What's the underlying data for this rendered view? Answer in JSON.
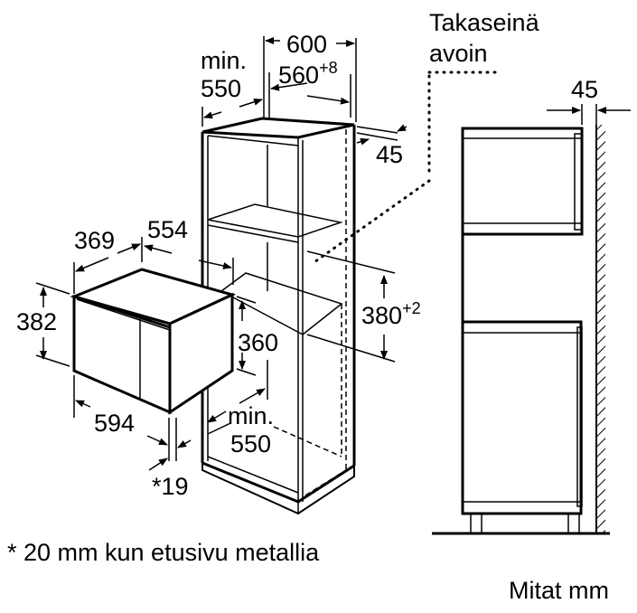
{
  "diagram": {
    "title": "Microwave built-in installation dimensions",
    "colors": {
      "line": "#000000",
      "background": "#ffffff"
    },
    "labels": {
      "min_550_top_line1": "min.",
      "min_550_top_line2": "550",
      "width_600": "600",
      "niche_width": "560",
      "niche_width_tol": "+8",
      "gap_45_left": "45",
      "rear_wall_line1": "Takaseinä",
      "rear_wall_line2": "avoin",
      "gap_45_right": "45",
      "depth_369": "369",
      "width_554": "554",
      "height_382": "382",
      "niche_height": "380",
      "niche_height_tol": "+2",
      "inner_360": "360",
      "min_550_bottom_line1": "min.",
      "min_550_bottom_line2": "550",
      "width_594": "594",
      "front_19": "*19"
    },
    "footnote": "* 20 mm kun etusivu metallia",
    "units_note": "Mitat mm"
  }
}
